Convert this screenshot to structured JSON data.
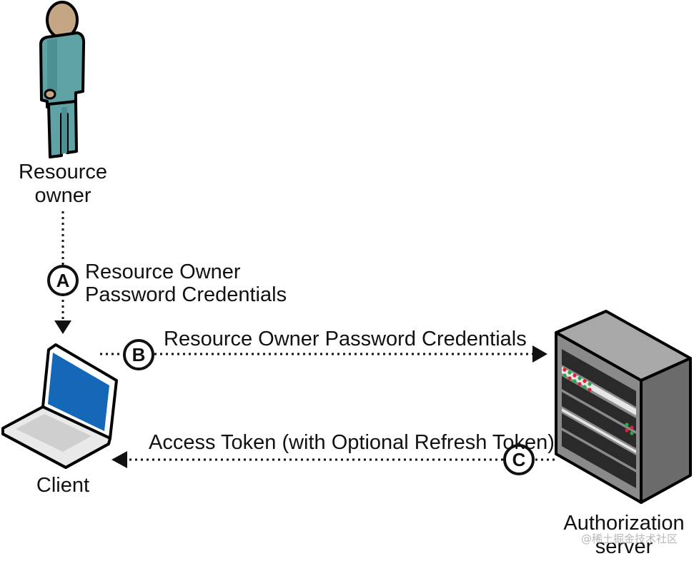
{
  "actors": {
    "resource_owner": {
      "line1": "Resource",
      "line2": "owner"
    },
    "client": {
      "label": "Client"
    },
    "authorization_server": {
      "line1": "Authorization",
      "line2": "server"
    }
  },
  "steps": {
    "a": {
      "letter": "A",
      "line1": "Resource Owner",
      "line2": "Password Credentials"
    },
    "b": {
      "letter": "B",
      "label": "Resource Owner Password Credentials"
    },
    "c": {
      "letter": "C",
      "label": "Access Token (with Optional Refresh Token)"
    }
  },
  "watermark": "@稀土掘金技术社区",
  "colors": {
    "person_body": "#5fa3a7",
    "person_skin": "#c4a684",
    "laptop_screen": "#1568b8",
    "server_body": "#7f7f7f",
    "led_red": "#d9253a",
    "led_green": "#2aa84a"
  }
}
